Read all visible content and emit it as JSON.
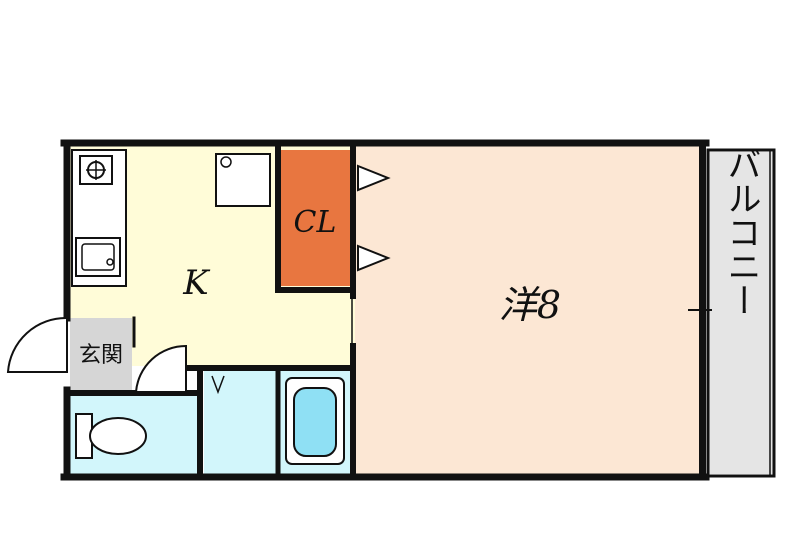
{
  "rooms": {
    "kitchen": {
      "label": "K",
      "color": "#FFFCD8"
    },
    "closet": {
      "label": "CL",
      "color": "#E87640"
    },
    "western_room": {
      "label": "洋8",
      "color": "#FCE7D4"
    },
    "balcony": {
      "label": "バルコニー",
      "color": "#E5E5E5"
    },
    "entrance": {
      "label": "玄関",
      "color": "#D6D6D6"
    },
    "toilet": {
      "color": "#D2F6FB"
    },
    "washroom": {
      "color": "#D2F6FB"
    },
    "bath": {
      "color": "#D2F6FB"
    },
    "bathtub": {
      "color": "#8FE0F4"
    }
  },
  "colors": {
    "wall": "#111111",
    "fixture": "#FFFFFF"
  },
  "icons": [
    "stove-icon",
    "sink-icon",
    "washer-pan-icon",
    "toilet-icon",
    "bathtub-icon",
    "door-swing-icon"
  ]
}
